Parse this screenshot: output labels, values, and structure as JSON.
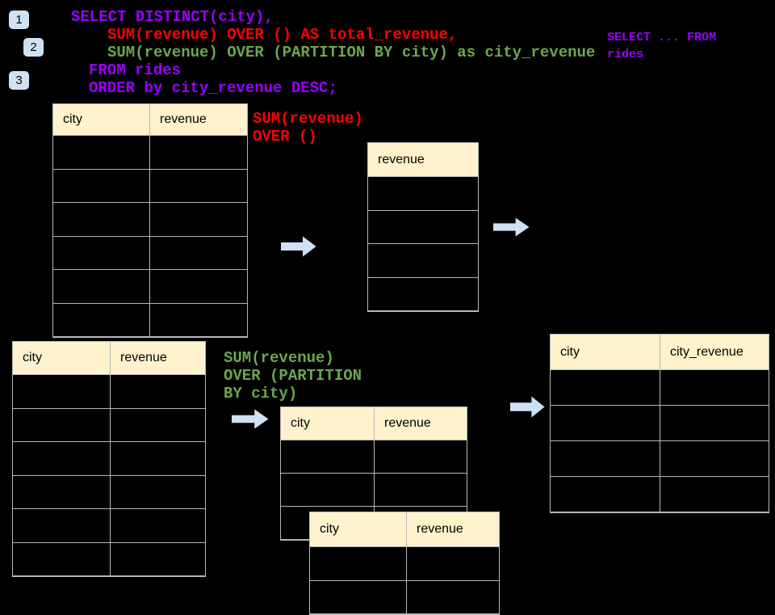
{
  "slide": {
    "background_color": "#000000"
  },
  "step_badges": [
    {
      "label": "1"
    },
    {
      "label": "2"
    },
    {
      "label": "3"
    }
  ],
  "sql_code": {
    "lines": [
      {
        "text": "SELECT DISTINCT(city),",
        "color": "#9900ff",
        "indent": 0
      },
      {
        "text": "SUM(revenue) OVER () AS total_revenue,",
        "color": "#ff0000",
        "indent": 45
      },
      {
        "text": "SUM(revenue) OVER (PARTITION BY city) as city_revenue",
        "color": "#6aa84f",
        "indent": 45
      },
      {
        "text": "FROM rides",
        "color": "#9900ff",
        "indent": 22
      },
      {
        "text": "ORDER by city_revenue DESC;",
        "color": "#9900ff",
        "indent": 22
      }
    ]
  },
  "annotations": {
    "side_note": {
      "lines": [
        "SELECT ... FROM",
        "rides"
      ],
      "color": "#9900ff"
    },
    "over_all_label": {
      "lines": [
        "SUM(revenue)",
        "OVER ()"
      ],
      "color": "#ff0000"
    },
    "over_partition_label": {
      "lines": [
        "SUM(revenue)",
        "OVER (PARTITION",
        "BY city)"
      ],
      "color": "#6aa84f"
    }
  },
  "tables": {
    "input_top": {
      "columns": [
        "city",
        "revenue"
      ],
      "empty_row_count": 6
    },
    "total_revenue_result": {
      "columns": [
        "revenue"
      ],
      "empty_row_count": 4
    },
    "input_bottom": {
      "columns": [
        "city",
        "revenue"
      ],
      "empty_row_count": 6
    },
    "partition_group_back": {
      "columns": [
        "city",
        "revenue"
      ],
      "empty_row_count": 3
    },
    "partition_group_front": {
      "columns": [
        "city",
        "revenue"
      ],
      "empty_row_count": 2
    },
    "city_revenue_result": {
      "columns": [
        "city",
        "city_revenue"
      ],
      "empty_row_count": 4
    }
  },
  "icons": {
    "arrow_right": "block-arrow-right"
  },
  "colors": {
    "table_header_bg": "#fff2cc",
    "table_border": "#b7b7b7",
    "badge_bg": "#cfe2f3",
    "arrow_fill": "#cfe2f3",
    "sql_purple": "#9900ff",
    "sql_red": "#ff0000",
    "sql_green": "#6aa84f"
  }
}
